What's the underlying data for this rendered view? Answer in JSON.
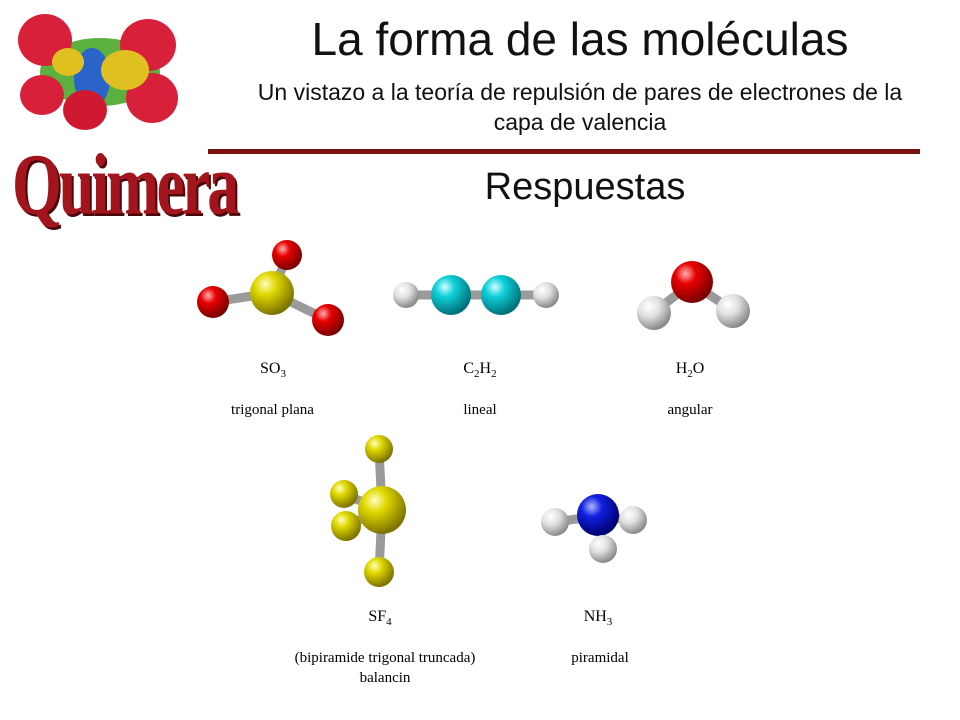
{
  "header": {
    "title": "La forma de las moléculas",
    "subtitle": "Un vistazo a la teoría de repulsión de pares de electrones de la capa de valencia",
    "section": "Respuestas"
  },
  "logo": {
    "word": "Quimera",
    "icon": "electron-density-molecule-icon",
    "word_color": "#a3151d"
  },
  "molecules": [
    {
      "formula_parts": [
        "SO",
        "3"
      ],
      "shape": "trigonal plana"
    },
    {
      "formula_parts": [
        "C",
        "2",
        "H",
        "2"
      ],
      "shape": "lineal"
    },
    {
      "formula_parts": [
        "H",
        "2",
        "O"
      ],
      "shape": "angular"
    },
    {
      "formula_parts": [
        "SF",
        "4"
      ],
      "shape": "(bipiramide trigonal truncada)",
      "shape_extra": "balancin"
    },
    {
      "formula_parts": [
        "NH",
        "3"
      ],
      "shape": "piramidal"
    }
  ],
  "colors": {
    "oxygen": "#d40000",
    "sulfur": "#d8d000",
    "carbon": "#00c8d2",
    "hydrogen": "#e4e4e4",
    "nitrogen": "#0a14c8",
    "bond": "#9a9a9a",
    "rule": "#7a1212"
  }
}
